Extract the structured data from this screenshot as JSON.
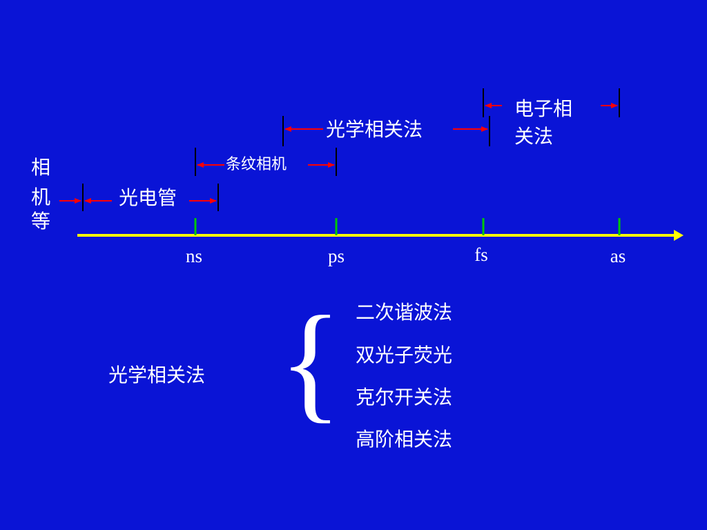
{
  "colors": {
    "background": "#0a14d6",
    "axis": "#ffff00",
    "tick": "#00c800",
    "arrow": "#ff0000",
    "bar": "#000000",
    "text": "#ffffff"
  },
  "timeline": {
    "ticks": [
      "ns",
      "ps",
      "fs",
      "as"
    ],
    "ranges": {
      "camera": {
        "label_chars": [
          "相",
          "机",
          "等"
        ]
      },
      "phototube": {
        "label": "光电管"
      },
      "streak_camera": {
        "label": "条纹相机"
      },
      "optical_correlation": {
        "label": "光学相关法"
      },
      "electron_correlation": {
        "label_lines": [
          "电子相",
          "关法"
        ]
      }
    }
  },
  "methods": {
    "heading": "光学相关法",
    "brace": "{",
    "items": [
      "二次谐波法",
      "双光子荧光",
      "克尔开关法",
      "高阶相关法"
    ]
  }
}
